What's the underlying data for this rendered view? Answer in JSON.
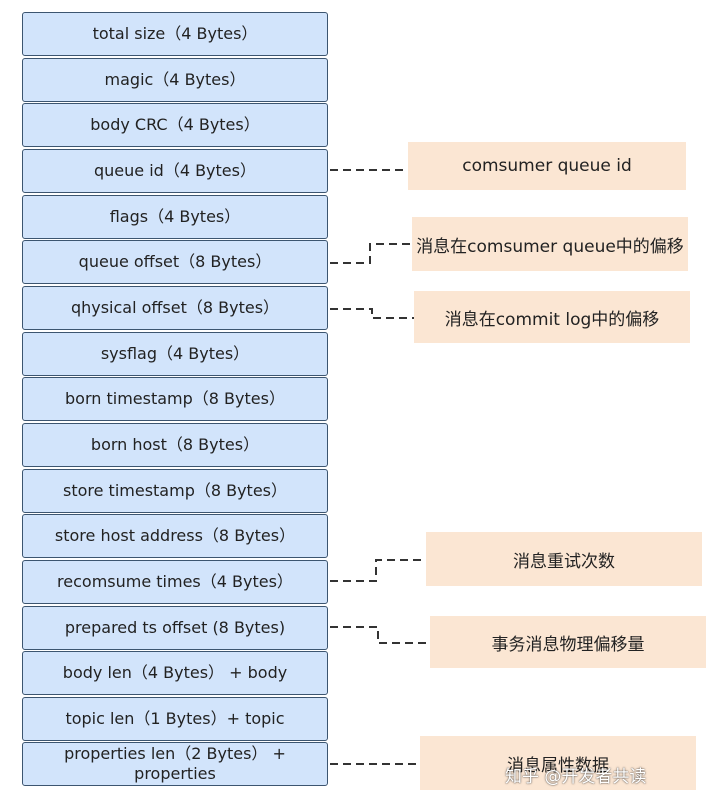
{
  "fields": [
    "total size（4 Bytes）",
    "magic（4 Bytes）",
    "body CRC（4 Bytes）",
    "queue id（4 Bytes）",
    "flags（4 Bytes）",
    "queue offset（8 Bytes）",
    "qhysical offset（8 Bytes）",
    "sysflag（4 Bytes）",
    "born timestamp（8 Bytes）",
    "born host（8 Bytes）",
    "store timestamp（8 Bytes）",
    "store host address（8 Bytes）",
    "recomsume times（4 Bytes）",
    "prepared ts offset (8 Bytes)",
    "body len（4 Bytes） + body",
    "topic len（1 Bytes）+ topic",
    "properties len（2 Bytes） + properties"
  ],
  "notes": [
    {
      "field_index": 3,
      "text": "comsumer queue id"
    },
    {
      "field_index": 5,
      "text": "消息在comsumer queue中的偏移"
    },
    {
      "field_index": 6,
      "text": "消息在commit log中的偏移"
    },
    {
      "field_index": 12,
      "text": "消息重试次数"
    },
    {
      "field_index": 13,
      "text": "事务消息物理偏移量"
    },
    {
      "field_index": 16,
      "text": "消息属性数据"
    }
  ],
  "watermark": "知乎 @开发者共读",
  "colors": {
    "field_fill": "#d2e4fb",
    "field_border": "#3c5570",
    "note_fill": "#fbe6d3",
    "connector": "#333333"
  }
}
